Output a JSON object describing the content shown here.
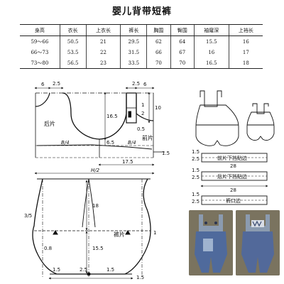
{
  "title": "婴儿背带短裤",
  "table": {
    "headers": [
      "身高",
      "衣长",
      "上衣长",
      "裤长",
      "胸围",
      "臀围",
      "袖窿深",
      "上裆长"
    ],
    "rows": [
      [
        "59～66",
        "50.5",
        "21",
        "29.5",
        "62",
        "64",
        "15.5",
        "16"
      ],
      [
        "66～73",
        "53.5",
        "22",
        "31.5",
        "66",
        "67",
        "16",
        "17"
      ],
      [
        "73～80",
        "56.5",
        "23",
        "33.5",
        "70",
        "70",
        "16.5",
        "18"
      ]
    ]
  },
  "top_pattern": {
    "dim_6_left": "6",
    "dim_2_5_left": "2.5",
    "dim_6_right": "6",
    "dim_2_5_right": "2.5",
    "dim_16_5": "16.5",
    "dim_10": "10",
    "dim_1": "1",
    "dim_2": "2",
    "dim_0_5": "0.5",
    "dim_6_5": "6.5",
    "back_piece": "后片",
    "front_piece": "前片",
    "b_over_4_back": "B/4",
    "b_over_4_front": "B/4",
    "dim_17_5": "17.5",
    "dim_1_5": "1.5"
  },
  "pants_pattern": {
    "h_over_2": "H/2",
    "dim_18": "18",
    "dim_15_5": "15.5",
    "pants_piece": "裤片",
    "dim_3_over_5": "3/5",
    "dim_0_8": "0.8",
    "dim_1_5_a": "1.5",
    "dim_2_5_a": "2.5",
    "dim_1_5_b": "1.5",
    "dim_1_5_c": "1.5",
    "dim_1_right": "1"
  },
  "strips": {
    "s1_top": "2.5",
    "s1_width": "28",
    "s1_label": "前片下挡贴边",
    "s2_top": "2.5",
    "s2_label": "后片下挡贴边",
    "s2_width": "28",
    "s3_top": "2.5",
    "s3_label": "裤口边",
    "left_marks": [
      "1.5",
      "1.5",
      "1.5"
    ]
  }
}
